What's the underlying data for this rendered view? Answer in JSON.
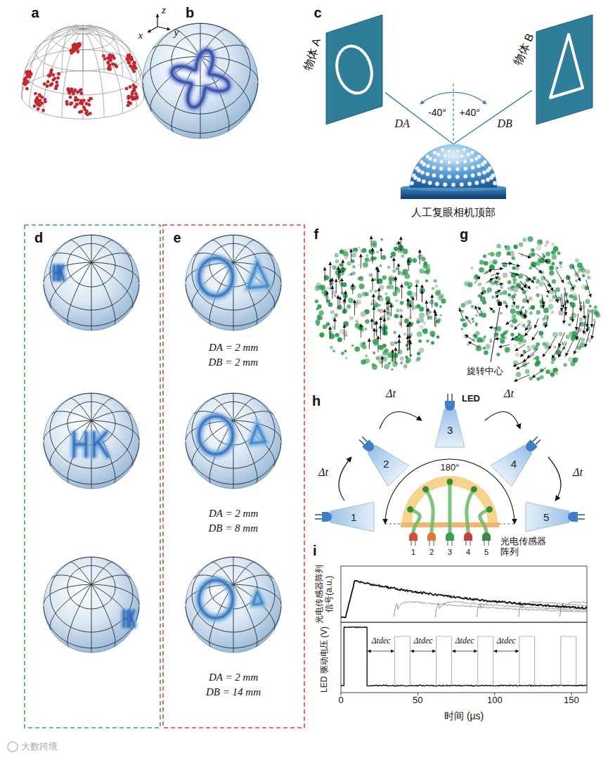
{
  "diagram": {
    "nodes": [
      {
        "text": [
          "物体 A"
        ]
      },
      {
        "text": [
          "物体 B"
        ]
      },
      {
        "text": [
          "人工复眼相机顶部"
        ]
      },
      {
        "text": [
          "1"
        ]
      },
      {
        "text": [
          "2"
        ]
      },
      {
        "text": [
          "LED",
          "3"
        ]
      },
      {
        "text": [
          "4"
        ]
      },
      {
        "text": [
          "5"
        ]
      }
    ],
    "edges": [
      {
        "from": 2,
        "to": 0,
        "label": "DA",
        "arrow": "none"
      },
      {
        "from": 2,
        "to": 1,
        "label": "DB",
        "arrow": "none"
      },
      {
        "from": 3,
        "to": 4,
        "label": "Δt",
        "arrow": "to"
      },
      {
        "from": 4,
        "to": 5,
        "label": "Δt",
        "arrow": "to"
      },
      {
        "from": 5,
        "to": 6,
        "label": "Δt",
        "arrow": "to"
      },
      {
        "from": 6,
        "to": 7,
        "label": "Δt",
        "arrow": "to"
      }
    ],
    "labels": [
      "a",
      "z",
      "x",
      "y",
      "b",
      "c",
      "-40°",
      "+40°",
      "d",
      "e",
      "DA = 2 mm",
      "DB = 2 mm",
      "DA = 2 mm",
      "DB = 8 mm",
      "DA = 2 mm",
      "DB = 14 mm",
      "f",
      "g",
      "旋转中心",
      "h",
      "180°",
      "光电传感器 阵列",
      "1",
      "2",
      "3",
      "4",
      "5",
      "i",
      "光电传感器阵列 信号(a.u.)",
      "LED 驱动电压 (V)",
      "Δtdec",
      "Δtdec",
      "Δtdec",
      "Δtdec",
      "0",
      "50",
      "100",
      "150",
      "时间 (µs)",
      "大数跨境"
    ]
  }
}
